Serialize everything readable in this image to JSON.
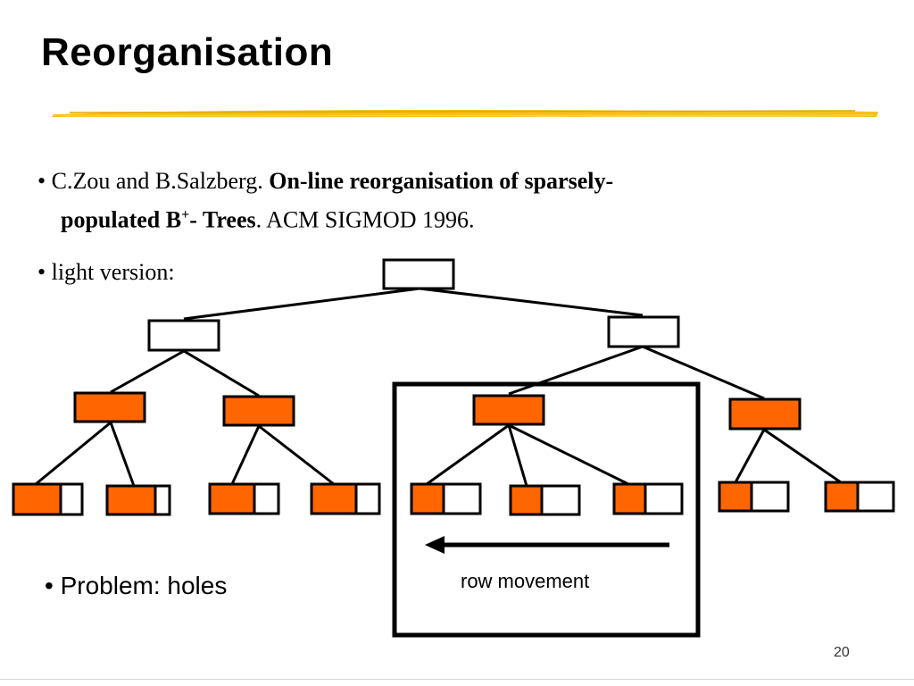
{
  "slide": {
    "title": "Reorganisation",
    "bullets": {
      "reference": {
        "marker": "•",
        "authors": "C.Zou and B.Salzberg. ",
        "paper_title_1": "On-line reorganisation of sparsely-",
        "paper_title_2": "populated B",
        "paper_title_sup": "+",
        "paper_title_3": "- Trees",
        "venue": ". ACM SIGMOD 1996."
      },
      "light_version": {
        "marker": "•",
        "text": "light version:"
      },
      "problem": {
        "marker": "•",
        "text": "Problem: holes"
      }
    },
    "diagram": {
      "movement_label": "row movement",
      "colors": {
        "filled": "#ff6600",
        "empty": "#ffffff",
        "stroke": "#000000"
      }
    },
    "page_number": "20",
    "colors": {
      "accent_stroke": "#f2c318"
    }
  }
}
